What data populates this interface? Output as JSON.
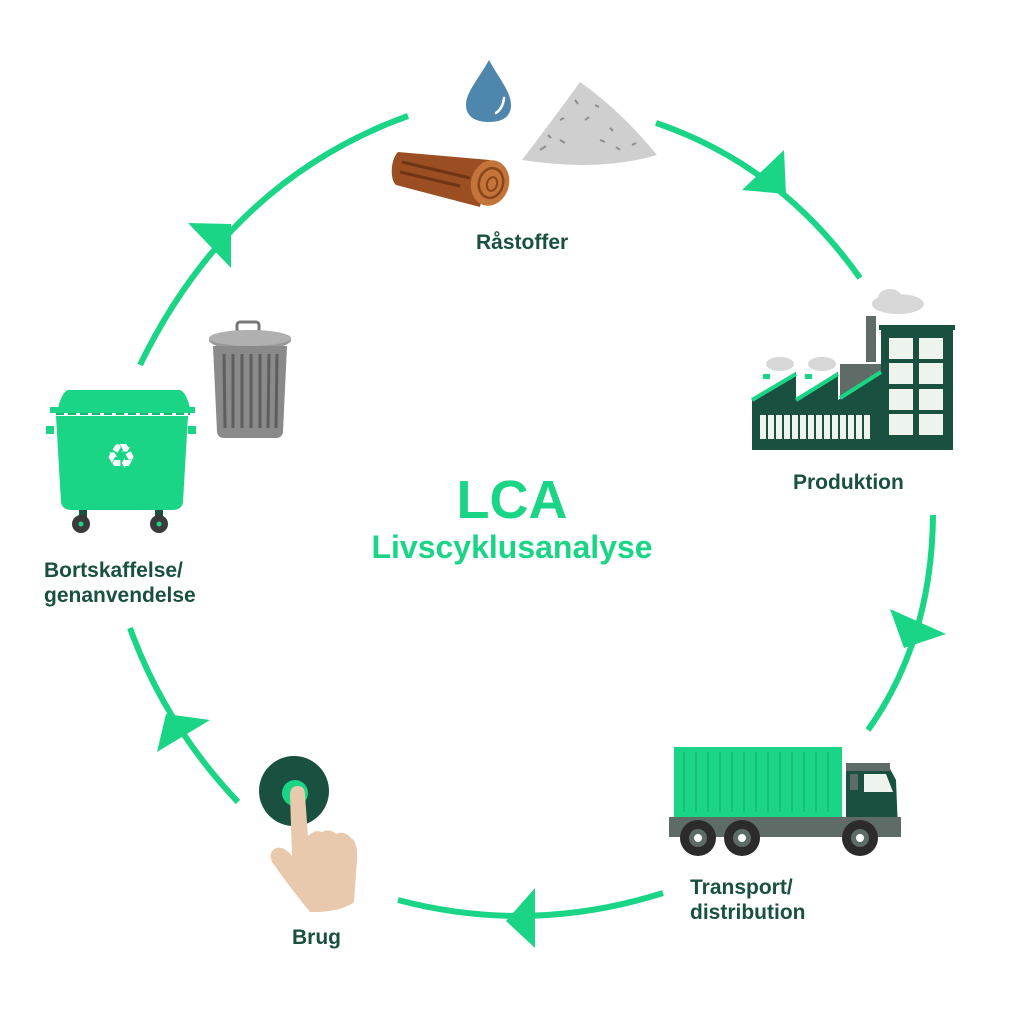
{
  "title": {
    "main": "LCA",
    "subtitle": "Livscyklusanalyse"
  },
  "stages": [
    {
      "id": "raw-materials",
      "label": "Råstoffer",
      "icons": [
        "water-drop-icon",
        "log-icon",
        "gravel-pile-icon"
      ]
    },
    {
      "id": "production",
      "label": "Produktion",
      "icons": [
        "factory-icon"
      ]
    },
    {
      "id": "transport",
      "label": "Transport/\ndistribution",
      "icons": [
        "truck-icon"
      ]
    },
    {
      "id": "use",
      "label": "Brug",
      "icons": [
        "hand-press-button-icon"
      ]
    },
    {
      "id": "disposal",
      "label": "Bortskaffelse/\ngenanvendelse",
      "icons": [
        "recycling-bin-icon",
        "trash-can-icon"
      ]
    }
  ],
  "flow": {
    "direction": "clockwise",
    "order": [
      "Råstoffer",
      "Produktion",
      "Transport/distribution",
      "Brug",
      "Bortskaffelse/genanvendelse"
    ]
  },
  "colors": {
    "accent_green": "#1ad585",
    "dark_green": "#1a5040",
    "water_blue": "#4f86ad",
    "wood_brown": "#9a4e22",
    "gravel_gray": "#c8c8c8",
    "skin": "#e8c9ad",
    "metal_gray": "#8a8a8a"
  }
}
